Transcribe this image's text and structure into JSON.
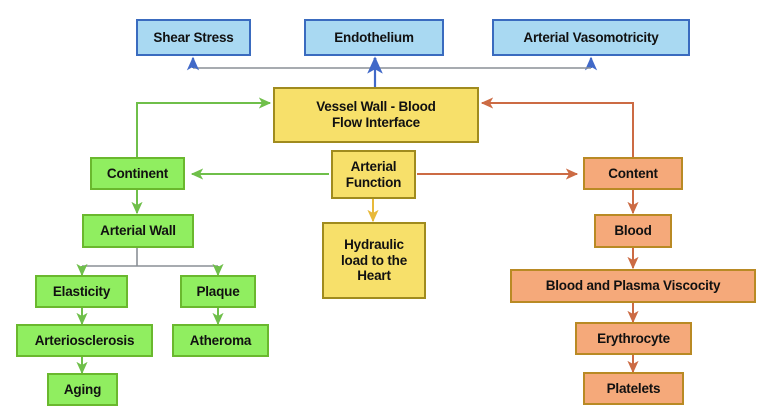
{
  "diagram": {
    "title": "Vessel Wall - Blood Flow Interface concept map",
    "palette": {
      "blue_fill": "#A9D9F2",
      "blue_border": "#3A6BBF",
      "yellow_fill": "#F7E06A",
      "yellow_border": "#A08B1E",
      "green_fill": "#90EE60",
      "green_border": "#6AB82E",
      "orange_fill": "#F5A97A",
      "orange_border": "#B98A24",
      "blue_edge": "#4169C8",
      "gray_edge": "#8A8F96",
      "green_edge": "#6FBF4A",
      "orange_edge": "#CC6B44",
      "yellow_edge": "#E8B93A",
      "background": "#FFFFFF"
    },
    "nodes": {
      "shear_stress": "Shear Stress",
      "endothelium": "Endothelium",
      "arterial_vasomotricity": "Arterial Vasomotricity",
      "vessel_wall_interface": "Vessel Wall - Blood\nFlow Interface",
      "continent": "Continent",
      "arterial_function": "Arterial\nFunction",
      "content": "Content",
      "arterial_wall": "Arterial Wall",
      "hydraulic_load": "Hydraulic\nload to the\nHeart",
      "blood": "Blood",
      "elasticity": "Elasticity",
      "plaque": "Plaque",
      "blood_and_plasma_viscocity": "Blood and Plasma Viscocity",
      "arteriosclerosis": "Arteriosclerosis",
      "atheroma": "Atheroma",
      "erythrocyte": "Erythrocyte",
      "aging": "Aging",
      "platelets": "Platelets"
    },
    "edges": [
      {
        "from": "vessel_wall_interface",
        "to": "shear_stress",
        "color": "blue"
      },
      {
        "from": "vessel_wall_interface",
        "to": "endothelium",
        "color": "blue"
      },
      {
        "from": "vessel_wall_interface",
        "to": "arterial_vasomotricity",
        "color": "blue"
      },
      {
        "from": "continent",
        "to": "vessel_wall_interface",
        "color": "green"
      },
      {
        "from": "content",
        "to": "vessel_wall_interface",
        "color": "orange"
      },
      {
        "from": "arterial_function",
        "to": "continent",
        "color": "green"
      },
      {
        "from": "arterial_function",
        "to": "content",
        "color": "orange"
      },
      {
        "from": "arterial_function",
        "to": "hydraulic_load",
        "color": "yellow"
      },
      {
        "from": "continent",
        "to": "arterial_wall",
        "color": "green"
      },
      {
        "from": "arterial_wall",
        "to": "elasticity",
        "color": "green"
      },
      {
        "from": "arterial_wall",
        "to": "plaque",
        "color": "green"
      },
      {
        "from": "elasticity",
        "to": "arteriosclerosis",
        "color": "green"
      },
      {
        "from": "arteriosclerosis",
        "to": "aging",
        "color": "green"
      },
      {
        "from": "plaque",
        "to": "atheroma",
        "color": "green"
      },
      {
        "from": "content",
        "to": "blood",
        "color": "orange"
      },
      {
        "from": "blood",
        "to": "blood_and_plasma_viscocity",
        "color": "orange"
      },
      {
        "from": "blood_and_plasma_viscocity",
        "to": "erythrocyte",
        "color": "orange"
      },
      {
        "from": "erythrocyte",
        "to": "platelets",
        "color": "orange"
      }
    ]
  }
}
